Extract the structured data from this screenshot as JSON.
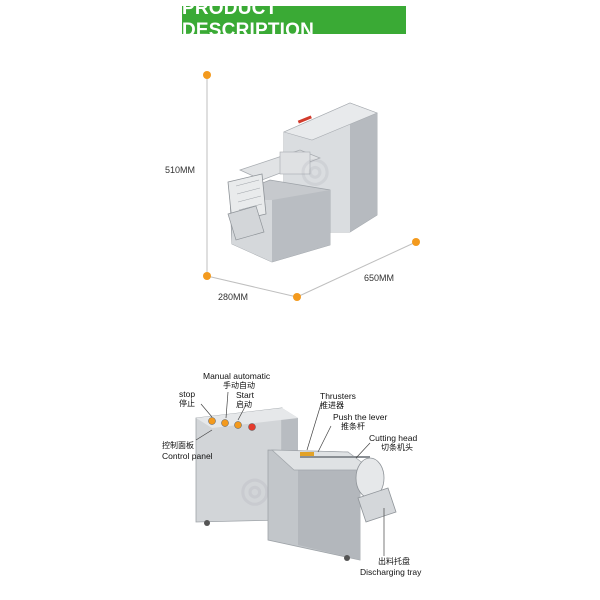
{
  "header": {
    "title": "PRODUCT DESCRIPTION"
  },
  "dimensions": {
    "height": "510MM",
    "width": "280MM",
    "length": "650MM"
  },
  "labels": {
    "manual_automatic": {
      "en": "Manual automatic",
      "zh": "手动自动"
    },
    "stop": {
      "en": "stop",
      "zh": "停止"
    },
    "start": {
      "en": "Start",
      "zh": "启动"
    },
    "control_panel": {
      "en": "Control panel",
      "zh": "控制面板"
    },
    "thrusters": {
      "en": "Thrusters",
      "zh": "推进器"
    },
    "push_lever": {
      "en": "Push the lever",
      "zh": "推条杆"
    },
    "cutting_head": {
      "en": "Cutting head",
      "zh": "切条机头"
    },
    "discharging_tray": {
      "en": "Discharging tray",
      "zh": "出料托盘"
    }
  },
  "colors": {
    "banner": "#3aaa35",
    "dot": "#f39a1e",
    "steel": "#c9ccd0"
  }
}
